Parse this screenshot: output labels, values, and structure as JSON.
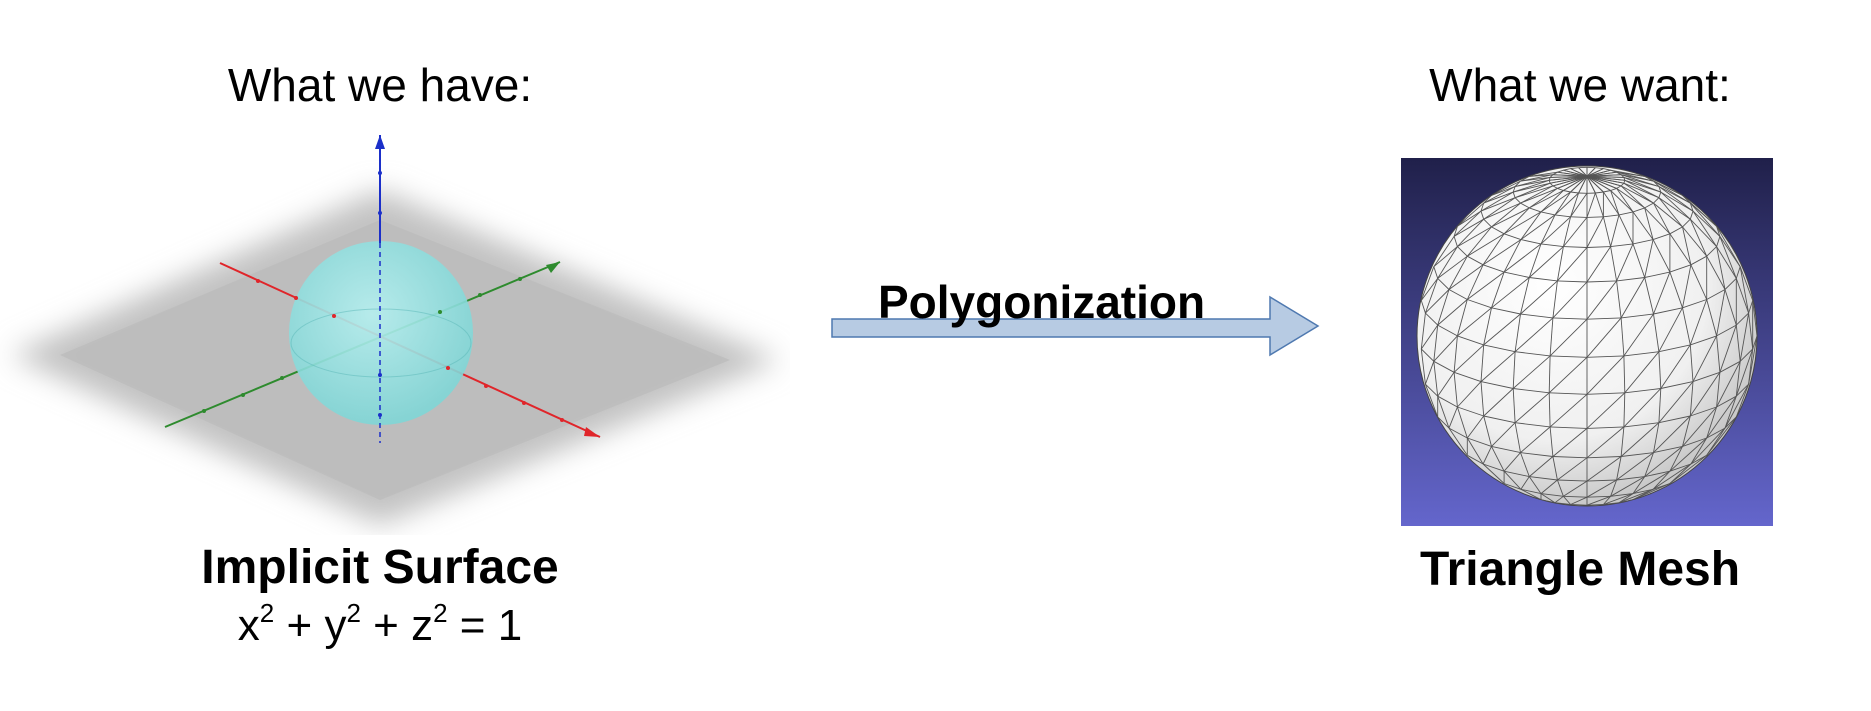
{
  "left": {
    "heading": "What we have:",
    "caption": "Implicit Surface",
    "equation": {
      "x": "x",
      "y": "y",
      "z": "z",
      "exponent": "2",
      "plus": "+",
      "equals": "=",
      "rhs": "1"
    }
  },
  "right": {
    "heading": "What we want:",
    "caption": "Triangle Mesh"
  },
  "arrow": {
    "label": "Polygonization",
    "color": "#b7cbe3"
  },
  "plot": {
    "sphere_color": "#8fe3e3",
    "x_axis_color": "#e0252a",
    "y_axis_color": "#2e8b2e",
    "z_axis_color": "#1b2fc9"
  },
  "mesh": {
    "background_top": "#20204a",
    "background_bottom": "#6466cc"
  }
}
